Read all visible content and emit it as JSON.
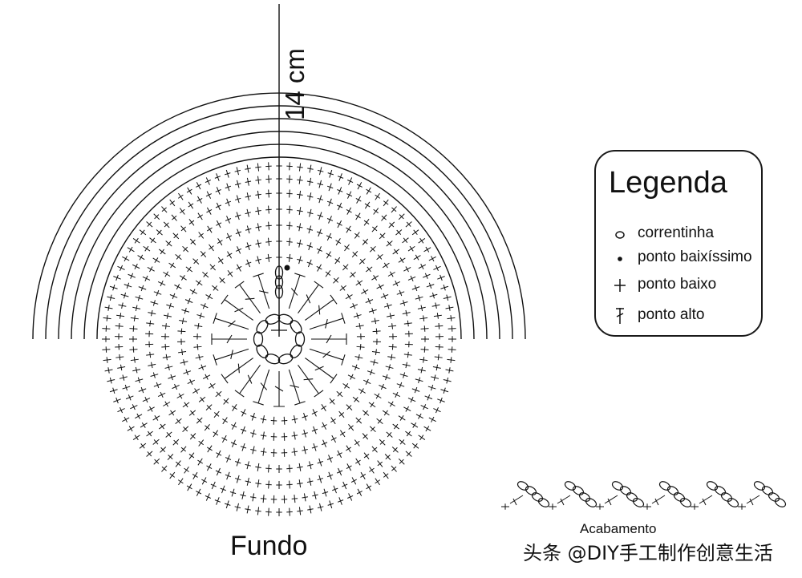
{
  "measurement_label": "14 cm",
  "legend": {
    "title": "Legenda",
    "items": [
      {
        "symbol": "chain",
        "label": "correntinha"
      },
      {
        "symbol": "slip-stitch",
        "label": "ponto baixíssimo"
      },
      {
        "symbol": "single-crochet",
        "label": "ponto baixo"
      },
      {
        "symbol": "double-crochet",
        "label": "ponto alto"
      }
    ]
  },
  "bottom_caption": "Fundo",
  "edging_caption": "Acabamento",
  "watermark": "头条 @DIY手工制作创意生活",
  "colors": {
    "ink": "#111111",
    "background": "#ffffff"
  }
}
